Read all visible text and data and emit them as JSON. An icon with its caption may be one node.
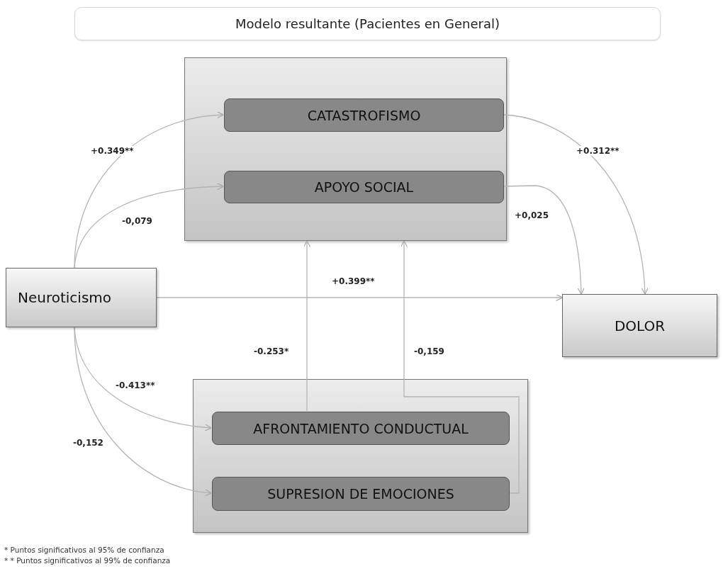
{
  "diagram": {
    "title": "Modelo resultante (Pacientes en General)",
    "nodes": [
      {
        "text": [],
        "shape": "box"
      },
      {
        "text": [
          "CATASTROFISMO"
        ],
        "in": 0
      },
      {
        "text": [
          "APOYO SOCIAL"
        ],
        "in": 0
      },
      {
        "text": [
          "Neuroticismo"
        ]
      },
      {
        "text": [
          "DOLOR"
        ]
      },
      {
        "text": [],
        "shape": "box"
      },
      {
        "text": [
          "AFRONTAMIENTO CONDUCTUAL"
        ],
        "in": 5
      },
      {
        "text": [
          "SUPRESION DE EMOCIONES"
        ],
        "in": 5
      }
    ],
    "edges": [
      {
        "from": 3,
        "to": 1,
        "arrow": "to",
        "label": "+0.349**"
      },
      {
        "from": 3,
        "to": 2,
        "arrow": "to",
        "label": "-0,079"
      },
      {
        "from": 3,
        "to": 4,
        "arrow": "to",
        "label": "+0.399**"
      },
      {
        "from": 1,
        "to": 4,
        "arrow": "to",
        "label": "+0.312**"
      },
      {
        "from": 2,
        "to": 4,
        "arrow": "to",
        "label": "+0,025"
      },
      {
        "from": 3,
        "to": 6,
        "arrow": "to",
        "label": "-0.413**"
      },
      {
        "from": 3,
        "to": 7,
        "arrow": "to",
        "label": "-0,152"
      },
      {
        "from": 6,
        "to": 0,
        "arrow": "to",
        "label": "-0.253*"
      },
      {
        "from": 7,
        "to": 0,
        "arrow": "to",
        "label": "-0,159"
      }
    ],
    "labels": [
      "* Puntos significativos al 95% de confianza",
      "* * Puntos significativos al 99% de confianza"
    ]
  }
}
